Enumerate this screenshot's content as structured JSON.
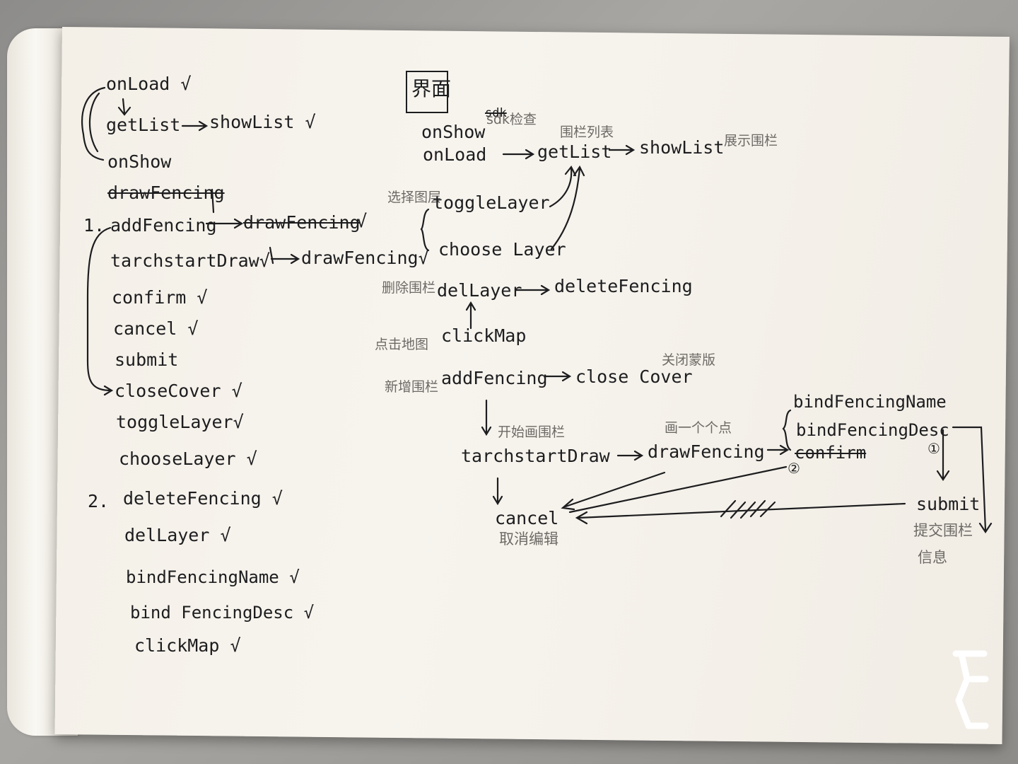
{
  "left_list": {
    "onload": "onLoad √",
    "getlist": "getList",
    "showlist": "showList √",
    "onshow": "onShow",
    "drawfencing_struck": "drawFencing",
    "num1": "1.",
    "addfencing": "addFencing",
    "drawfencing_struck2": "drawFencing",
    "check_a": "√",
    "tarchstartdraw": "tarchstartDraw√",
    "drawfencing": "drawFencing√",
    "confirm": "confirm √",
    "cancel": "cancel √",
    "submit": "submit",
    "closecover": "closeCover √",
    "togglelayer": "toggleLayer√",
    "chooselayer": "chooseLayer √",
    "num2": "2.",
    "deletefencing": "deleteFencing √",
    "dellayer": "delLayer √",
    "bindfencingname": "bindFencingName √",
    "bindfencingdesc": "bind FencingDesc √",
    "clickmap": "clickMap √"
  },
  "right_flow": {
    "box_label": "界面",
    "onshow": "onShow",
    "onshow_struck": "sdk",
    "sdk_check": "sdk检查",
    "onload": "onLoad",
    "getlist": "getList",
    "getlist_note": "围栏列表",
    "showlist": "showList",
    "showlist_note": "展示围栏",
    "select_layer_note": "选择图层",
    "togglelayer": "toggleLayer",
    "chooselayer": "choose Layer",
    "delete_fence_note": "删除围栏",
    "dellayer": "delLayer",
    "deletefencing": "deleteFencing",
    "click_map_note": "点击地图",
    "clickmap": "clickMap",
    "new_fence_note": "新增围栏",
    "addfencing": "addFencing",
    "closecover": "close Cover",
    "close_mask_note": "关闭蒙版",
    "start_draw_note": "开始画围栏",
    "tarchstartdraw": "tarchstartDraw",
    "draw_points_note": "画一个个点",
    "drawfencing": "drawFencing",
    "bindfencingname": "bindFencingName",
    "bindfencingdesc": "bindFencingDesc",
    "confirm_struck": "confirm",
    "circle1": "①",
    "circle2": "②",
    "submit": "submit",
    "submit_note1": "提交围栏",
    "submit_note2": "信息",
    "cancel": "cancel",
    "cancel_note": "取消编辑"
  }
}
